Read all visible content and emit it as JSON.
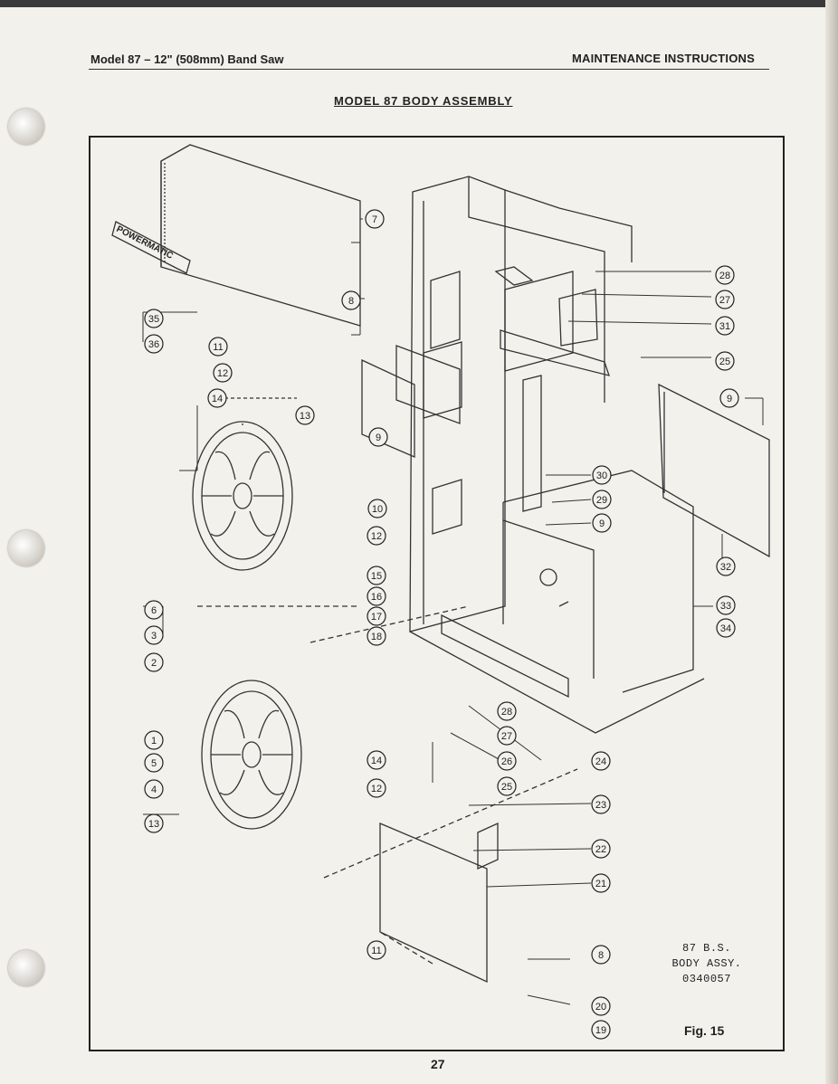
{
  "header": {
    "left": "Model 87 – 12\" (508mm) Band Saw",
    "right": "MAINTENANCE INSTRUCTIONS"
  },
  "title": "MODEL 87 BODY ASSEMBLY",
  "brand_plate": "POWERMATIC",
  "callouts": [
    "7",
    "8",
    "35",
    "36",
    "11",
    "12",
    "14",
    "13",
    "9",
    "10",
    "12",
    "15",
    "16",
    "17",
    "18",
    "6",
    "3",
    "2",
    "1",
    "5",
    "4",
    "13",
    "14",
    "12",
    "28",
    "27",
    "31",
    "25",
    "9",
    "30",
    "29",
    "9",
    "32",
    "33",
    "34",
    "28",
    "27",
    "26",
    "25",
    "24",
    "23",
    "22",
    "21",
    "8",
    "11",
    "20",
    "19"
  ],
  "note": {
    "line1": "87    B.S.",
    "line2": "BODY  ASSY.",
    "line3": "0340057"
  },
  "figure_label": "Fig. 15",
  "page_number": "27",
  "colors": {
    "ink": "#222222",
    "paper": "#f3f1ec",
    "ghost": "#b8b5ae"
  }
}
